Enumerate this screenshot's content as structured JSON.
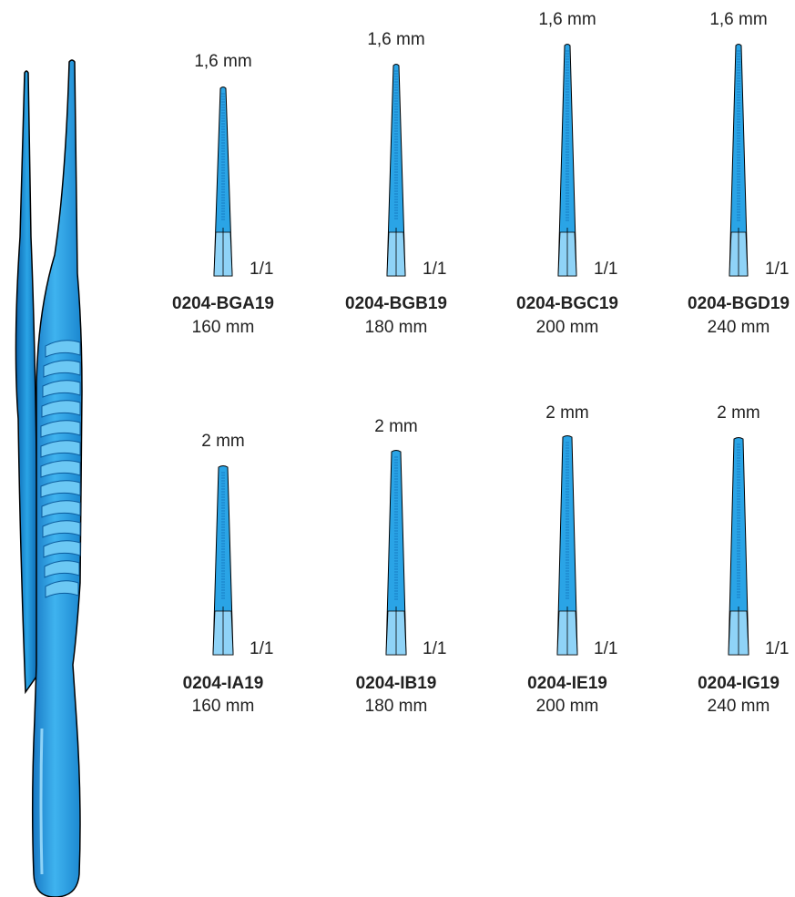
{
  "colors": {
    "instrument_fill": "#2aa4e6",
    "instrument_dark": "#0a64ad",
    "instrument_light": "#8fd3f7",
    "outline": "#000000"
  },
  "instrument_icon": "dressing-forceps-icon",
  "scale_label": "1/1",
  "rows": [
    {
      "items": [
        {
          "tip_width": "1,6 mm",
          "code": "0204-BGA19",
          "length": "160 mm"
        },
        {
          "tip_width": "1,6 mm",
          "code": "0204-BGB19",
          "length": "180 mm"
        },
        {
          "tip_width": "1,6 mm",
          "code": "0204-BGC19",
          "length": "200 mm"
        },
        {
          "tip_width": "1,6 mm",
          "code": "0204-BGD19",
          "length": "240 mm"
        }
      ]
    },
    {
      "items": [
        {
          "tip_width": "2 mm",
          "code": "0204-IA19",
          "length": "160 mm"
        },
        {
          "tip_width": "2 mm",
          "code": "0204-IB19",
          "length": "180 mm"
        },
        {
          "tip_width": "2 mm",
          "code": "0204-IE19",
          "length": "200 mm"
        },
        {
          "tip_width": "2 mm",
          "code": "0204-IG19",
          "length": "240 mm"
        }
      ]
    }
  ]
}
